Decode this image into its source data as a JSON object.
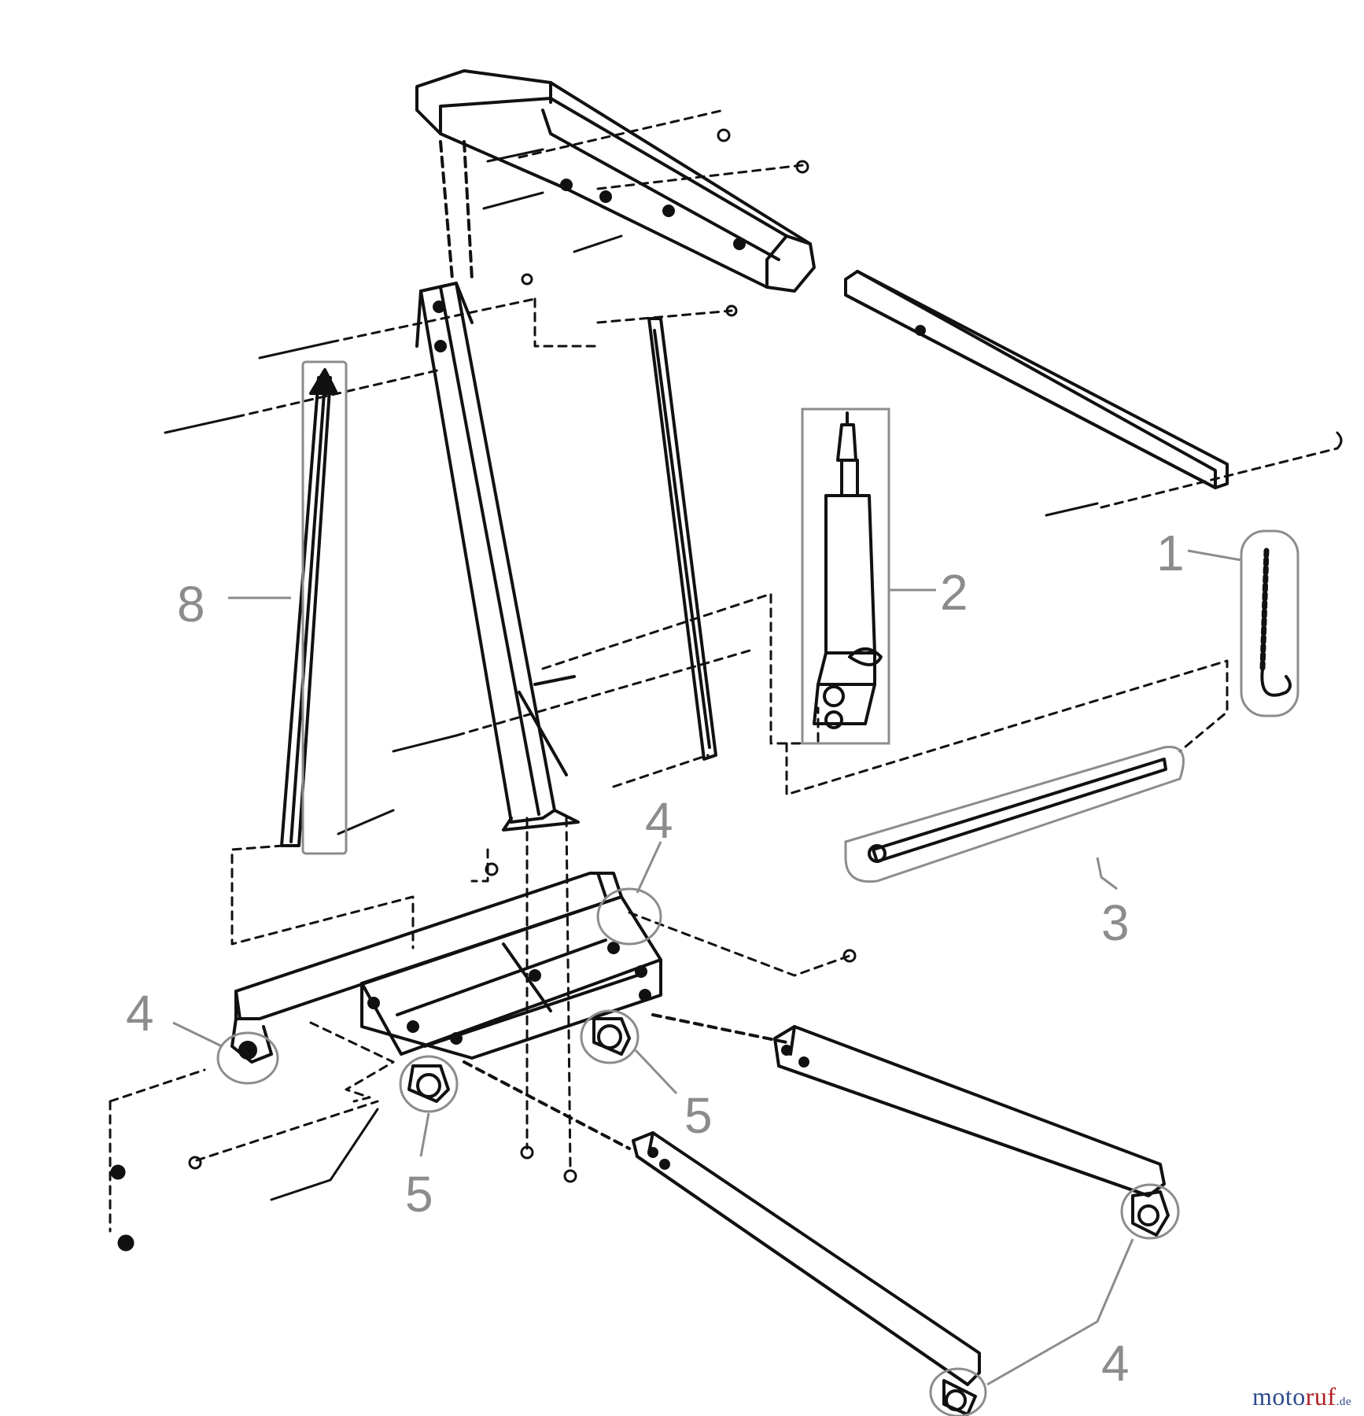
{
  "diagram": {
    "callouts": [
      {
        "key": "part-1",
        "label": "1"
      },
      {
        "key": "part-2",
        "label": "2"
      },
      {
        "key": "part-3",
        "label": "3"
      },
      {
        "key": "part-4a",
        "label": "4"
      },
      {
        "key": "part-4b",
        "label": "4"
      },
      {
        "key": "part-4c",
        "label": "4"
      },
      {
        "key": "part-5a",
        "label": "5"
      },
      {
        "key": "part-5b",
        "label": "5"
      },
      {
        "key": "part-8",
        "label": "8"
      }
    ]
  },
  "watermark": {
    "text_part1": "moto",
    "text_part2": "ruf",
    "suffix": ".de"
  },
  "colors": {
    "line": "#111111",
    "callout": "#8c8c8c",
    "brand_blue": "#2e4a8c",
    "brand_red": "#b01e23"
  }
}
